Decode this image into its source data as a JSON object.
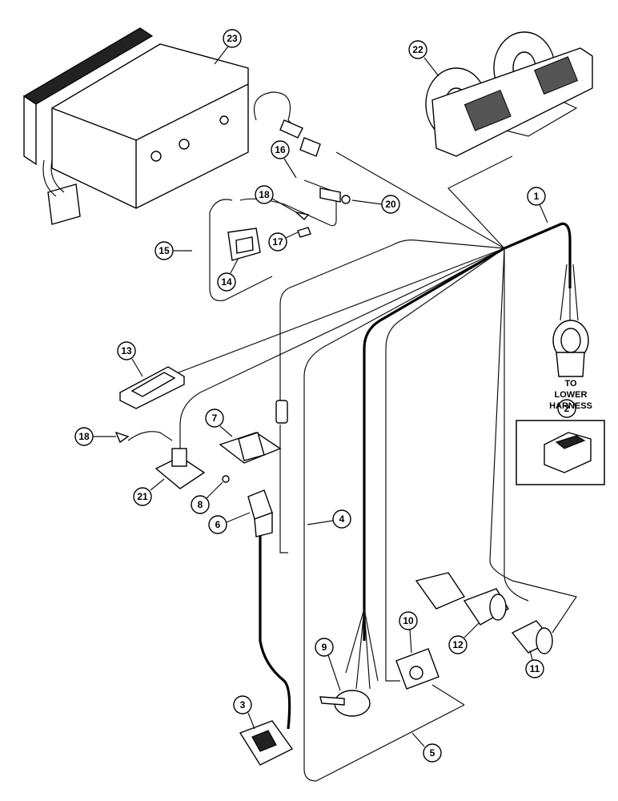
{
  "callouts": {
    "c1": "1",
    "c2": "2",
    "c3": "3",
    "c4": "4",
    "c5": "5",
    "c6": "6",
    "c7": "7",
    "c8": "8",
    "c9": "9",
    "c10": "10",
    "c11": "11",
    "c12": "12",
    "c13": "13",
    "c14": "14",
    "c15": "15",
    "c16": "16",
    "c17": "17",
    "c18a": "18",
    "c18b": "18",
    "c20": "20",
    "c21": "21",
    "c22": "22",
    "c23": "23"
  },
  "labels": {
    "to": "TO",
    "lower": "LOWER",
    "harness": "HARNESS"
  }
}
